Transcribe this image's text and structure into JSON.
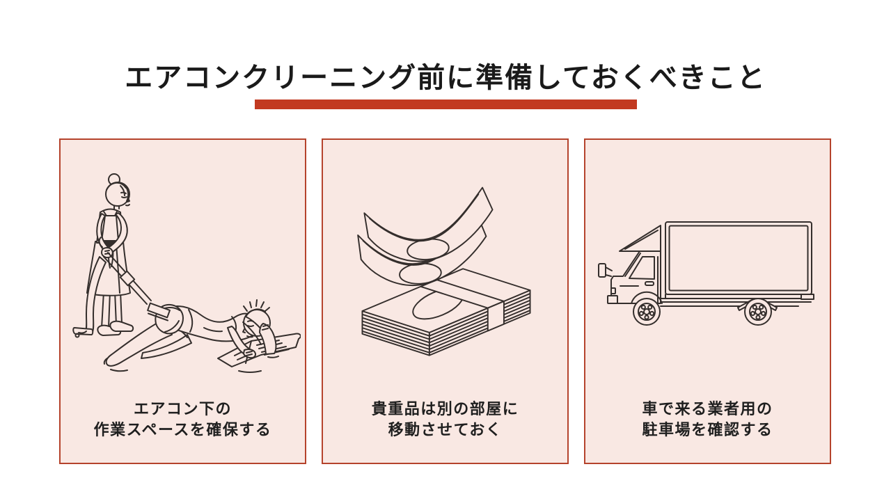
{
  "title": "エアコンクリーニング前に準備しておくべきこと",
  "colors": {
    "accent_bar": "#C23A21",
    "card_border": "#B5432C",
    "card_bg": "#F9E8E3",
    "line_art": "#342E2C",
    "title_text": "#1A1A1A",
    "caption_text": "#1F1F1F",
    "page_bg": "#FFFFFF"
  },
  "cards": [
    {
      "illustration": "woman-vacuuming-beside-man-lying-reading-newspaper",
      "caption_line1": "エアコン下の",
      "caption_line2": "作業スペースを確保する"
    },
    {
      "illustration": "loose-banknotes-and-banded-bill-stack",
      "caption_line1": "貴重品は別の部屋に",
      "caption_line2": "移動させておく"
    },
    {
      "illustration": "box-truck-side-view",
      "caption_line1": "車で来る業者用の",
      "caption_line2": "駐車場を確認する"
    }
  ]
}
